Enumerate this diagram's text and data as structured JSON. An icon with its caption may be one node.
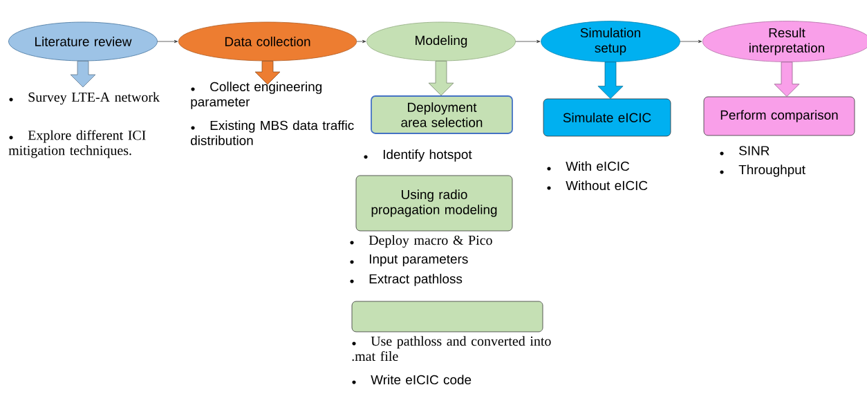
{
  "diagram": {
    "nodes": [
      {
        "text": [
          "Literature review"
        ]
      },
      {
        "text": [
          "Data collection"
        ]
      },
      {
        "text": [
          "Modeling"
        ]
      },
      {
        "text": [
          "Simulation setup"
        ]
      },
      {
        "text": [
          "Result interpretation"
        ]
      },
      {
        "text": [
          "Deployment area selection"
        ]
      },
      {
        "text": [
          "Simulate eICIC"
        ]
      },
      {
        "text": [
          "Perform comparison"
        ]
      },
      {
        "text": [
          "Using radio propagation modeling"
        ]
      },
      {
        "text": [],
        "shape": "box"
      }
    ],
    "edges": [
      {
        "from": 0,
        "to": 1,
        "arrow": "to"
      },
      {
        "from": 1,
        "to": 2,
        "arrow": "to"
      },
      {
        "from": 2,
        "to": 3,
        "arrow": "to"
      },
      {
        "from": 3,
        "to": 4,
        "arrow": "to"
      },
      {
        "from": 0,
        "to": null,
        "arrow": "to",
        "style": "thick",
        "color": "#9dc3e6"
      },
      {
        "from": 1,
        "to": null,
        "arrow": "to",
        "style": "thick",
        "color": "#ed7d31"
      },
      {
        "from": 2,
        "to": 5,
        "arrow": "to",
        "style": "thick",
        "color": "#c5e0b4"
      },
      {
        "from": 3,
        "to": 6,
        "arrow": "to",
        "style": "thick",
        "color": "#00b0f0"
      },
      {
        "from": 4,
        "to": 7,
        "arrow": "to",
        "style": "thick",
        "color": "#f99fe9"
      }
    ],
    "labels": [
      "Survey LTE-A network",
      "Explore different ICI mitigation techniques.",
      "Collect engineering parameter",
      "Existing MBS data traffic distribution",
      "Identify hotspot",
      "With eICIC",
      "Without eICIC",
      "SINR",
      "Throughput",
      "Deploy macro & Pico",
      "Input parameters",
      "Extract pathloss",
      "Use pathloss and converted into .mat file",
      "Write eICIC code"
    ]
  }
}
